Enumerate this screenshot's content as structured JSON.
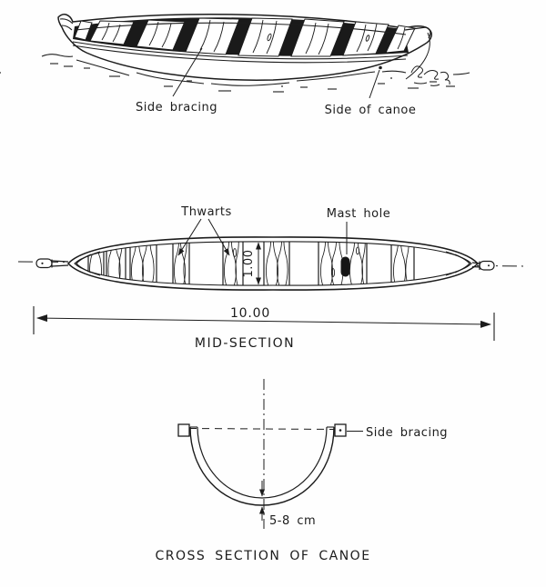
{
  "page": {
    "background": "#fefefe",
    "ink_color": "#1c1c1c",
    "description": "Technical drawing of a canoe: side view, mid-section plan view, cross section"
  },
  "side_view": {
    "label_side_bracing": "Side bracing",
    "label_side_of_canoe": "Side of canoe"
  },
  "plan_view": {
    "label_thwarts": "Thwarts",
    "label_mast_hole": "Mast hole",
    "beam_dimension": "1.00",
    "length_dimension": "10.00",
    "caption": "MID-SECTION"
  },
  "cross_section": {
    "label_side_bracing": "Side bracing",
    "thickness_dimension": "5-8 cm",
    "caption": "CROSS SECTION OF CANOE"
  }
}
